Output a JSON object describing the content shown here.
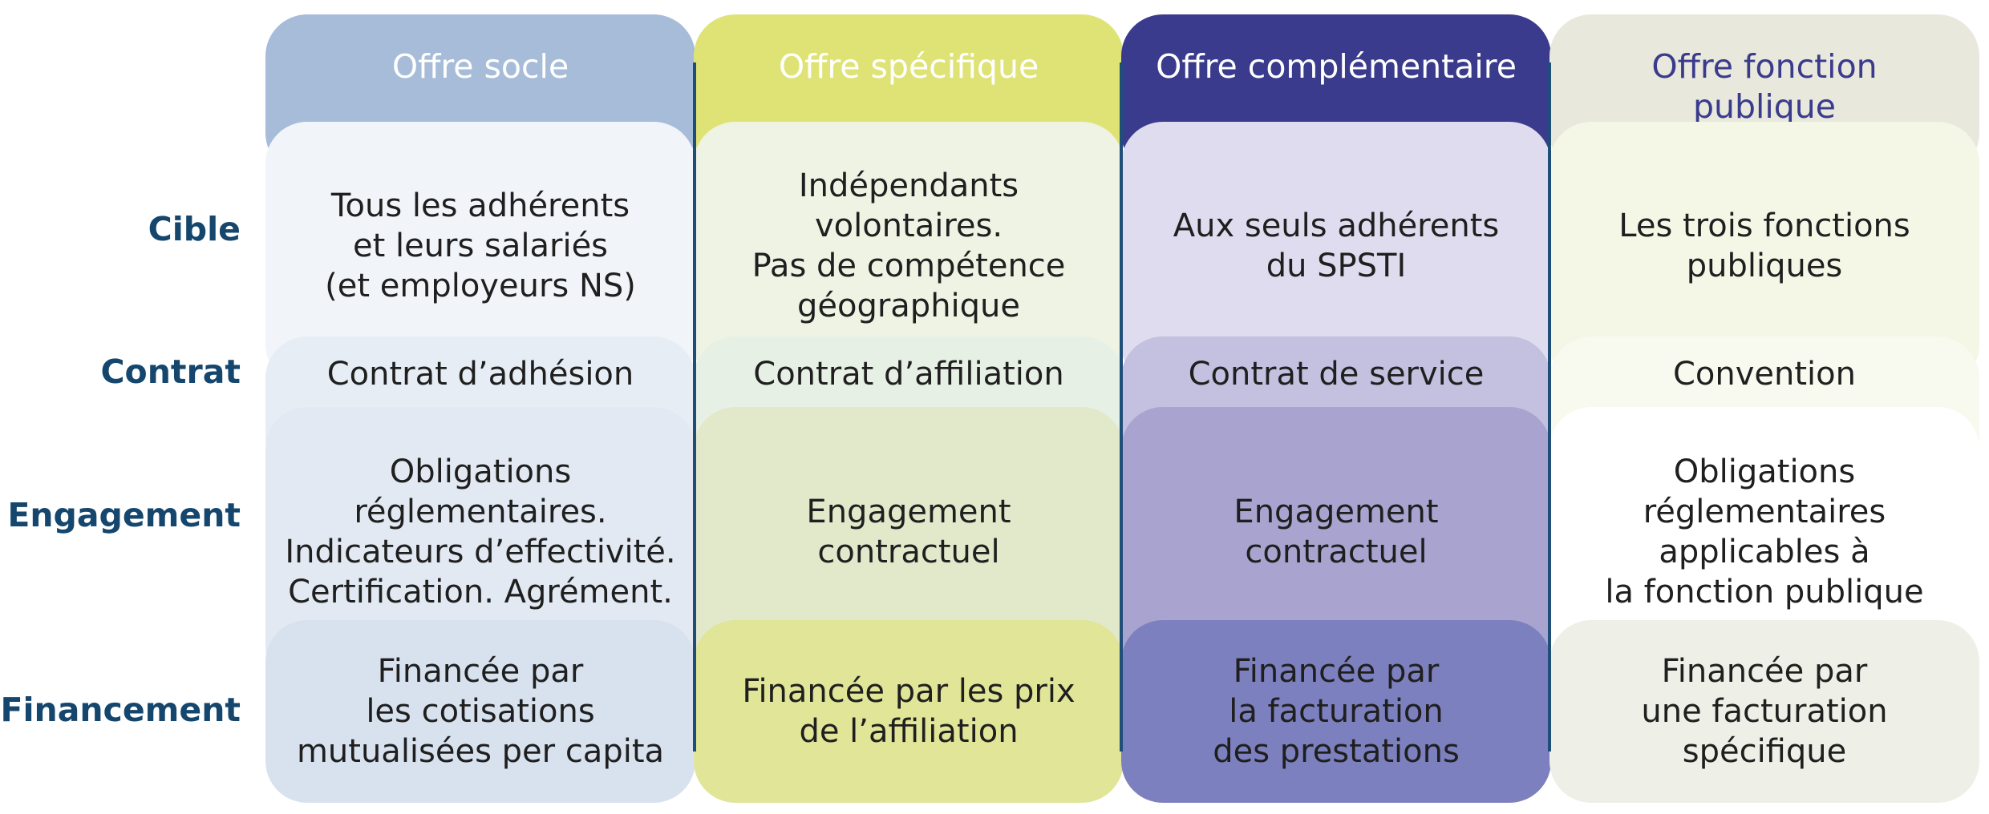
{
  "colors": {
    "row_label": "#15466d",
    "separator": "#1f4e79"
  },
  "row_labels": {
    "cible": "Cible",
    "contrat": "Contrat",
    "engagement": "Engagement",
    "financement": "Financement"
  },
  "columns": [
    {
      "header": "Offre socle",
      "cible": "Tous les adhérents\net leurs salariés\n(et employeurs NS)",
      "contrat": "Contrat d’adhésion",
      "engagement": "Obligations\nréglementaires.\nIndicateurs d’effectivité.\nCertification. Agrément.",
      "financement": "Financée par\nles cotisations\nmutualisées per capita",
      "header_color": "#a6bcd8",
      "header_text_color": "#ffffff",
      "cible_color": "#f1f5fa",
      "contrat_color": "#e7edf5",
      "engagement_color": "#e2e9f2",
      "financement_color": "#d8e2ef",
      "text_color": "#1f1f1f"
    },
    {
      "header": "Offre spécifique",
      "cible": "Indépendants\nvolontaires.\nPas de compétence\ngéographique",
      "contrat": "Contrat d’affiliation",
      "engagement": "Engagement\ncontractuel",
      "financement": "Financée par les prix\nde l’affiliation",
      "header_color": "#dfe376",
      "header_text_color": "#ffffff",
      "cible_color": "#eef3e4",
      "contrat_color": "#e7f0e5",
      "engagement_color": "#e2e9cb",
      "financement_color": "#e0e597",
      "text_color": "#1f1f1f"
    },
    {
      "header": "Offre complémentaire",
      "cible": "Aux seuls adhérents\ndu SPSTI",
      "contrat": "Contrat de service",
      "engagement": "Engagement\ncontractuel",
      "financement": "Financée par\nla facturation\ndes prestations",
      "header_color": "#3a3b8c",
      "header_text_color": "#ffffff",
      "cible_color": "#dedcee",
      "contrat_color": "#c3c0e0",
      "engagement_color": "#a8a3cf",
      "financement_color": "#7d80bf",
      "text_color": "#1f1f1f"
    },
    {
      "header": "Offre fonction\npublique",
      "cible": "Les trois fonctions\npubliques",
      "contrat": "Convention",
      "engagement": "Obligations\nréglementaires\napplicables à\nla fonction publique",
      "financement": "Financée par\nune facturation\nspécifique",
      "header_color": "#e8e8dc",
      "header_text_color": "#3a3b8c",
      "cible_color": "#f4f6e6",
      "contrat_color": "#f8f9ef",
      "engagement_color": "#ffffff",
      "financement_color": "#eeefe6",
      "text_color": "#1f1f1f"
    }
  ]
}
